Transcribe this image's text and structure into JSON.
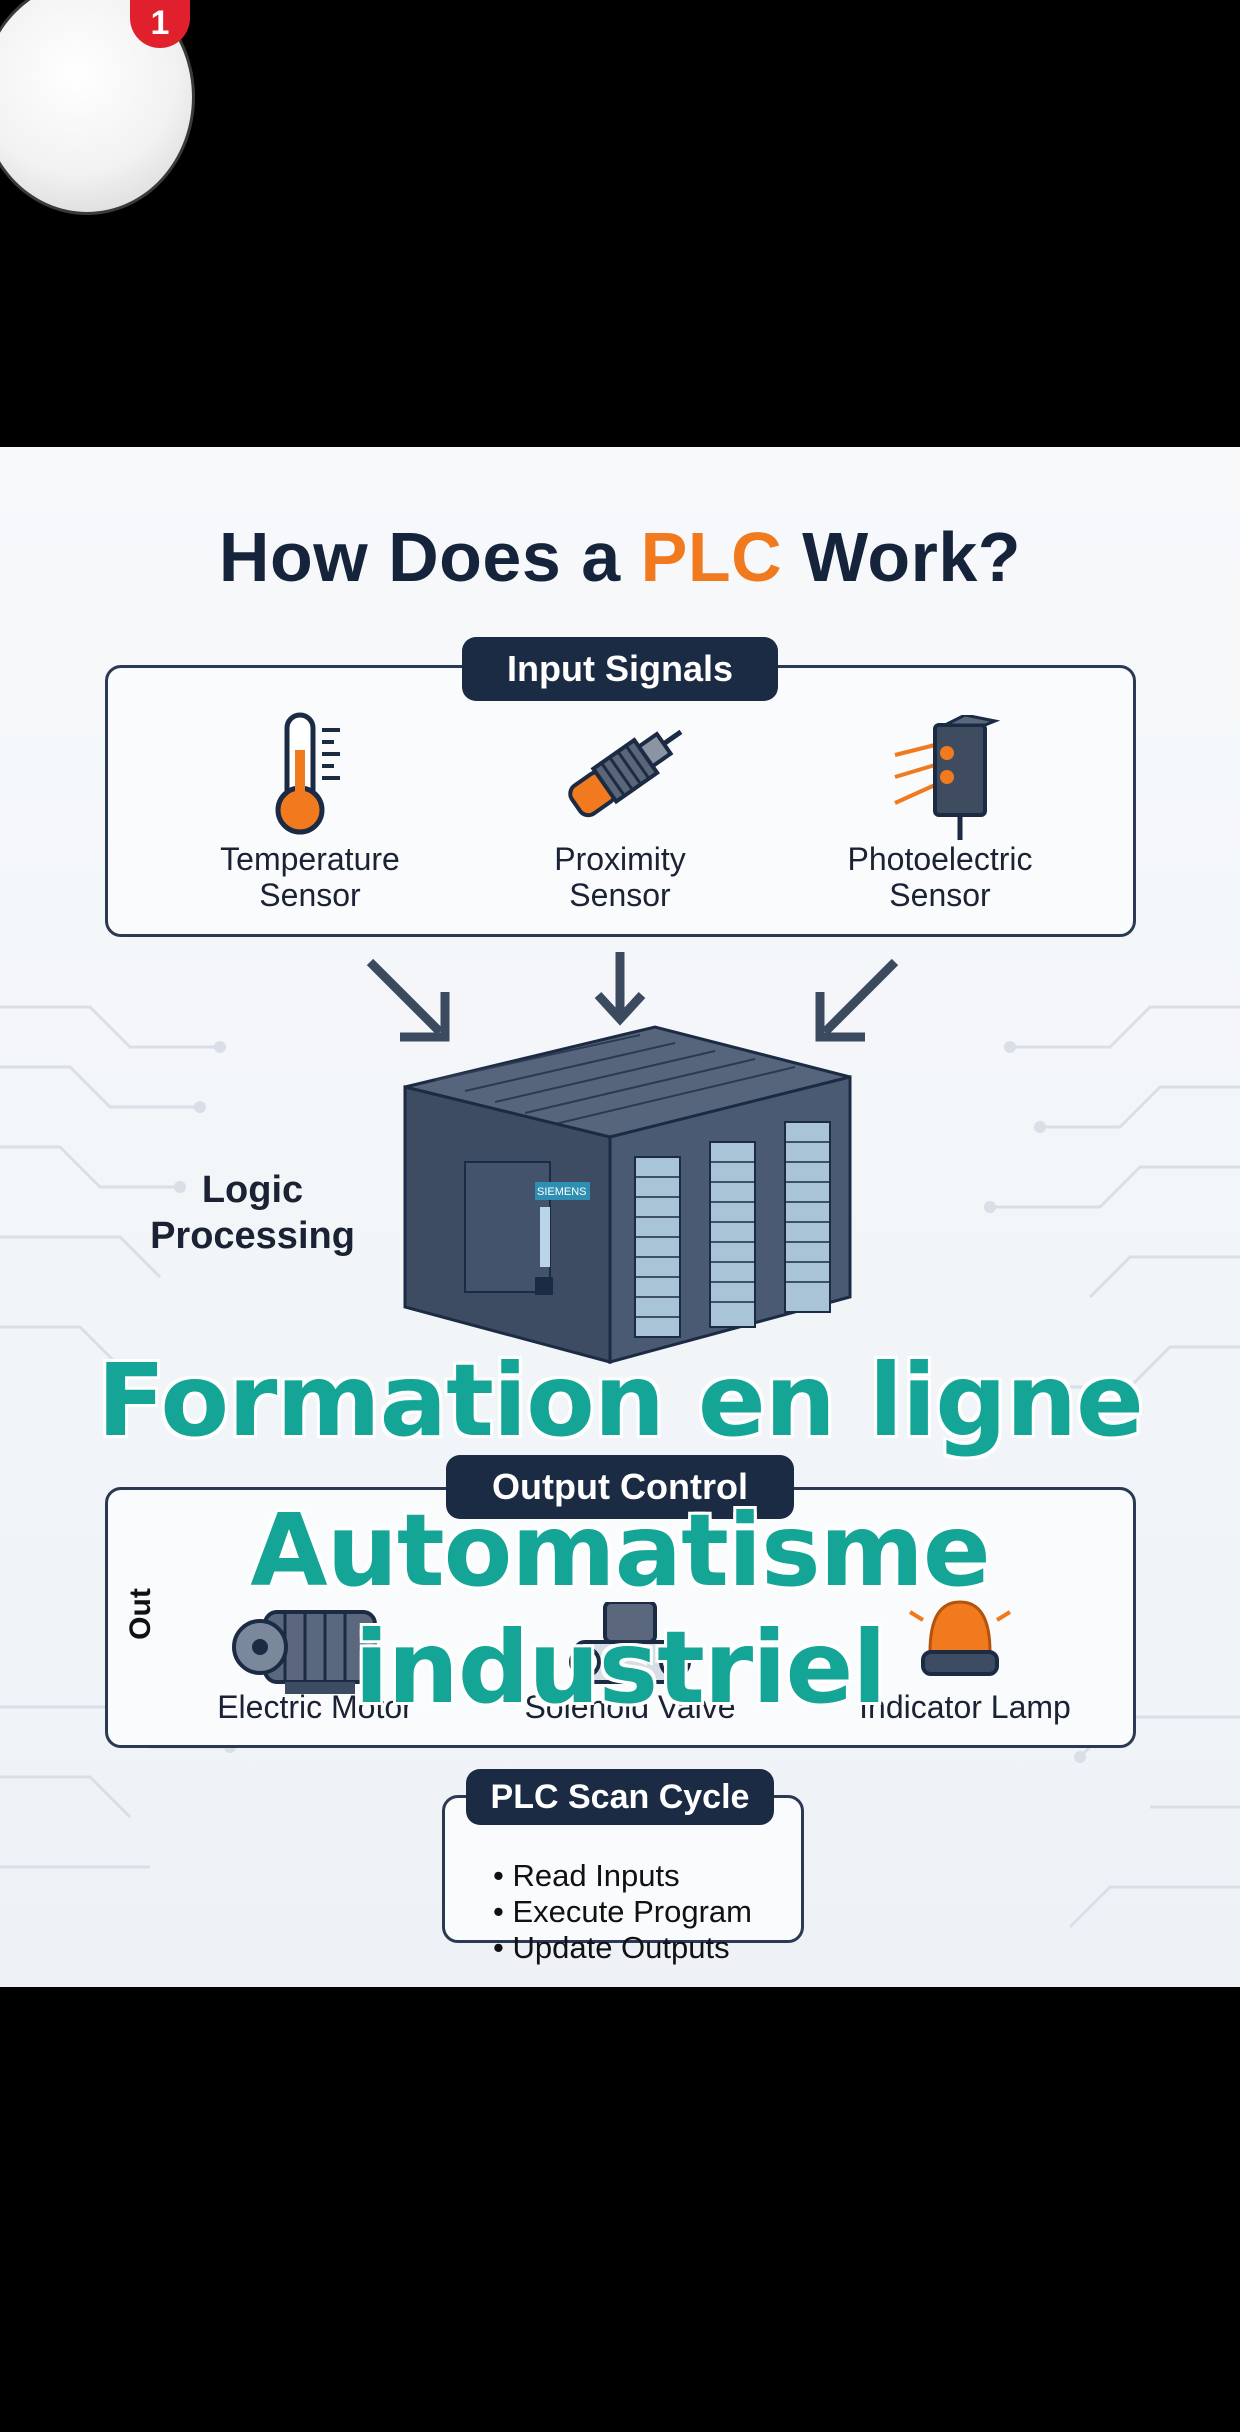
{
  "notification": {
    "badge_count": "1"
  },
  "infographic": {
    "title_prefix": "How Does a ",
    "title_accent": "PLC",
    "title_suffix": " Work?",
    "input_section": {
      "header": "Input Signals",
      "items": [
        {
          "label_line1": "Temperature",
          "label_line2": "Sensor",
          "icon": "thermometer-icon"
        },
        {
          "label_line1": "Proximity",
          "label_line2": "Sensor",
          "icon": "proximity-sensor-icon"
        },
        {
          "label_line1": "Photoelectric",
          "label_line2": "Sensor",
          "icon": "photoelectric-sensor-icon"
        }
      ]
    },
    "processing": {
      "label_line1": "Logic",
      "label_line2": "Processing",
      "brand": "SIEMENS"
    },
    "output_section": {
      "header": "Output Control",
      "side_label": "Out",
      "items": [
        {
          "label": "Electric Motor",
          "icon": "electric-motor-icon"
        },
        {
          "label": "Solenoid Valve",
          "icon": "solenoid-valve-icon"
        },
        {
          "label": "Indicator Lamp",
          "icon": "indicator-lamp-icon"
        }
      ]
    },
    "scan_cycle": {
      "header": "PLC Scan Cycle",
      "steps": [
        "Read Inputs",
        "Execute Program",
        "Update Outputs"
      ]
    },
    "colors": {
      "navy": "#1c2b44",
      "orange": "#f07a1d",
      "overlay_teal": "#14a596"
    }
  },
  "overlay_caption": {
    "line1": "Formation en ligne",
    "line2": "Automatisme industriel"
  }
}
